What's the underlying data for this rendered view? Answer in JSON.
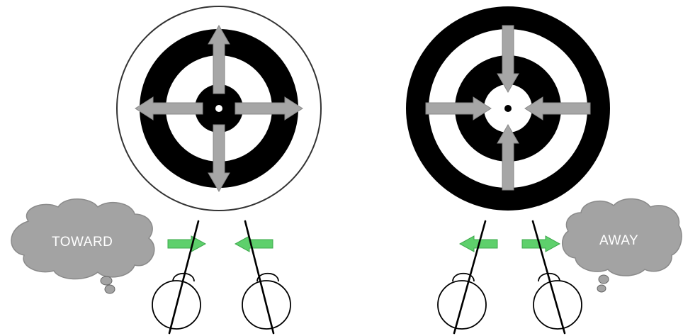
{
  "left_panel": {
    "bubble_text": "TOWARD",
    "target_rings": [
      "white",
      "black",
      "white",
      "black",
      "white"
    ],
    "arrow_direction": "outward",
    "eye_arrows": "inward"
  },
  "right_panel": {
    "bubble_text": "AWAY",
    "target_rings": [
      "black",
      "white",
      "black",
      "white",
      "black"
    ],
    "arrow_direction": "inward",
    "eye_arrows": "outward"
  },
  "colors": {
    "ring_dark": "#000000",
    "ring_light": "#ffffff",
    "target_arrow": "#a6a6a6",
    "eye_arrow": "#5ed06c",
    "cloud_fill": "#a3a3a3",
    "outline": "#222222"
  },
  "icons": [
    "target-icon",
    "cloud-icon",
    "eye-icon",
    "arrow-icon"
  ]
}
